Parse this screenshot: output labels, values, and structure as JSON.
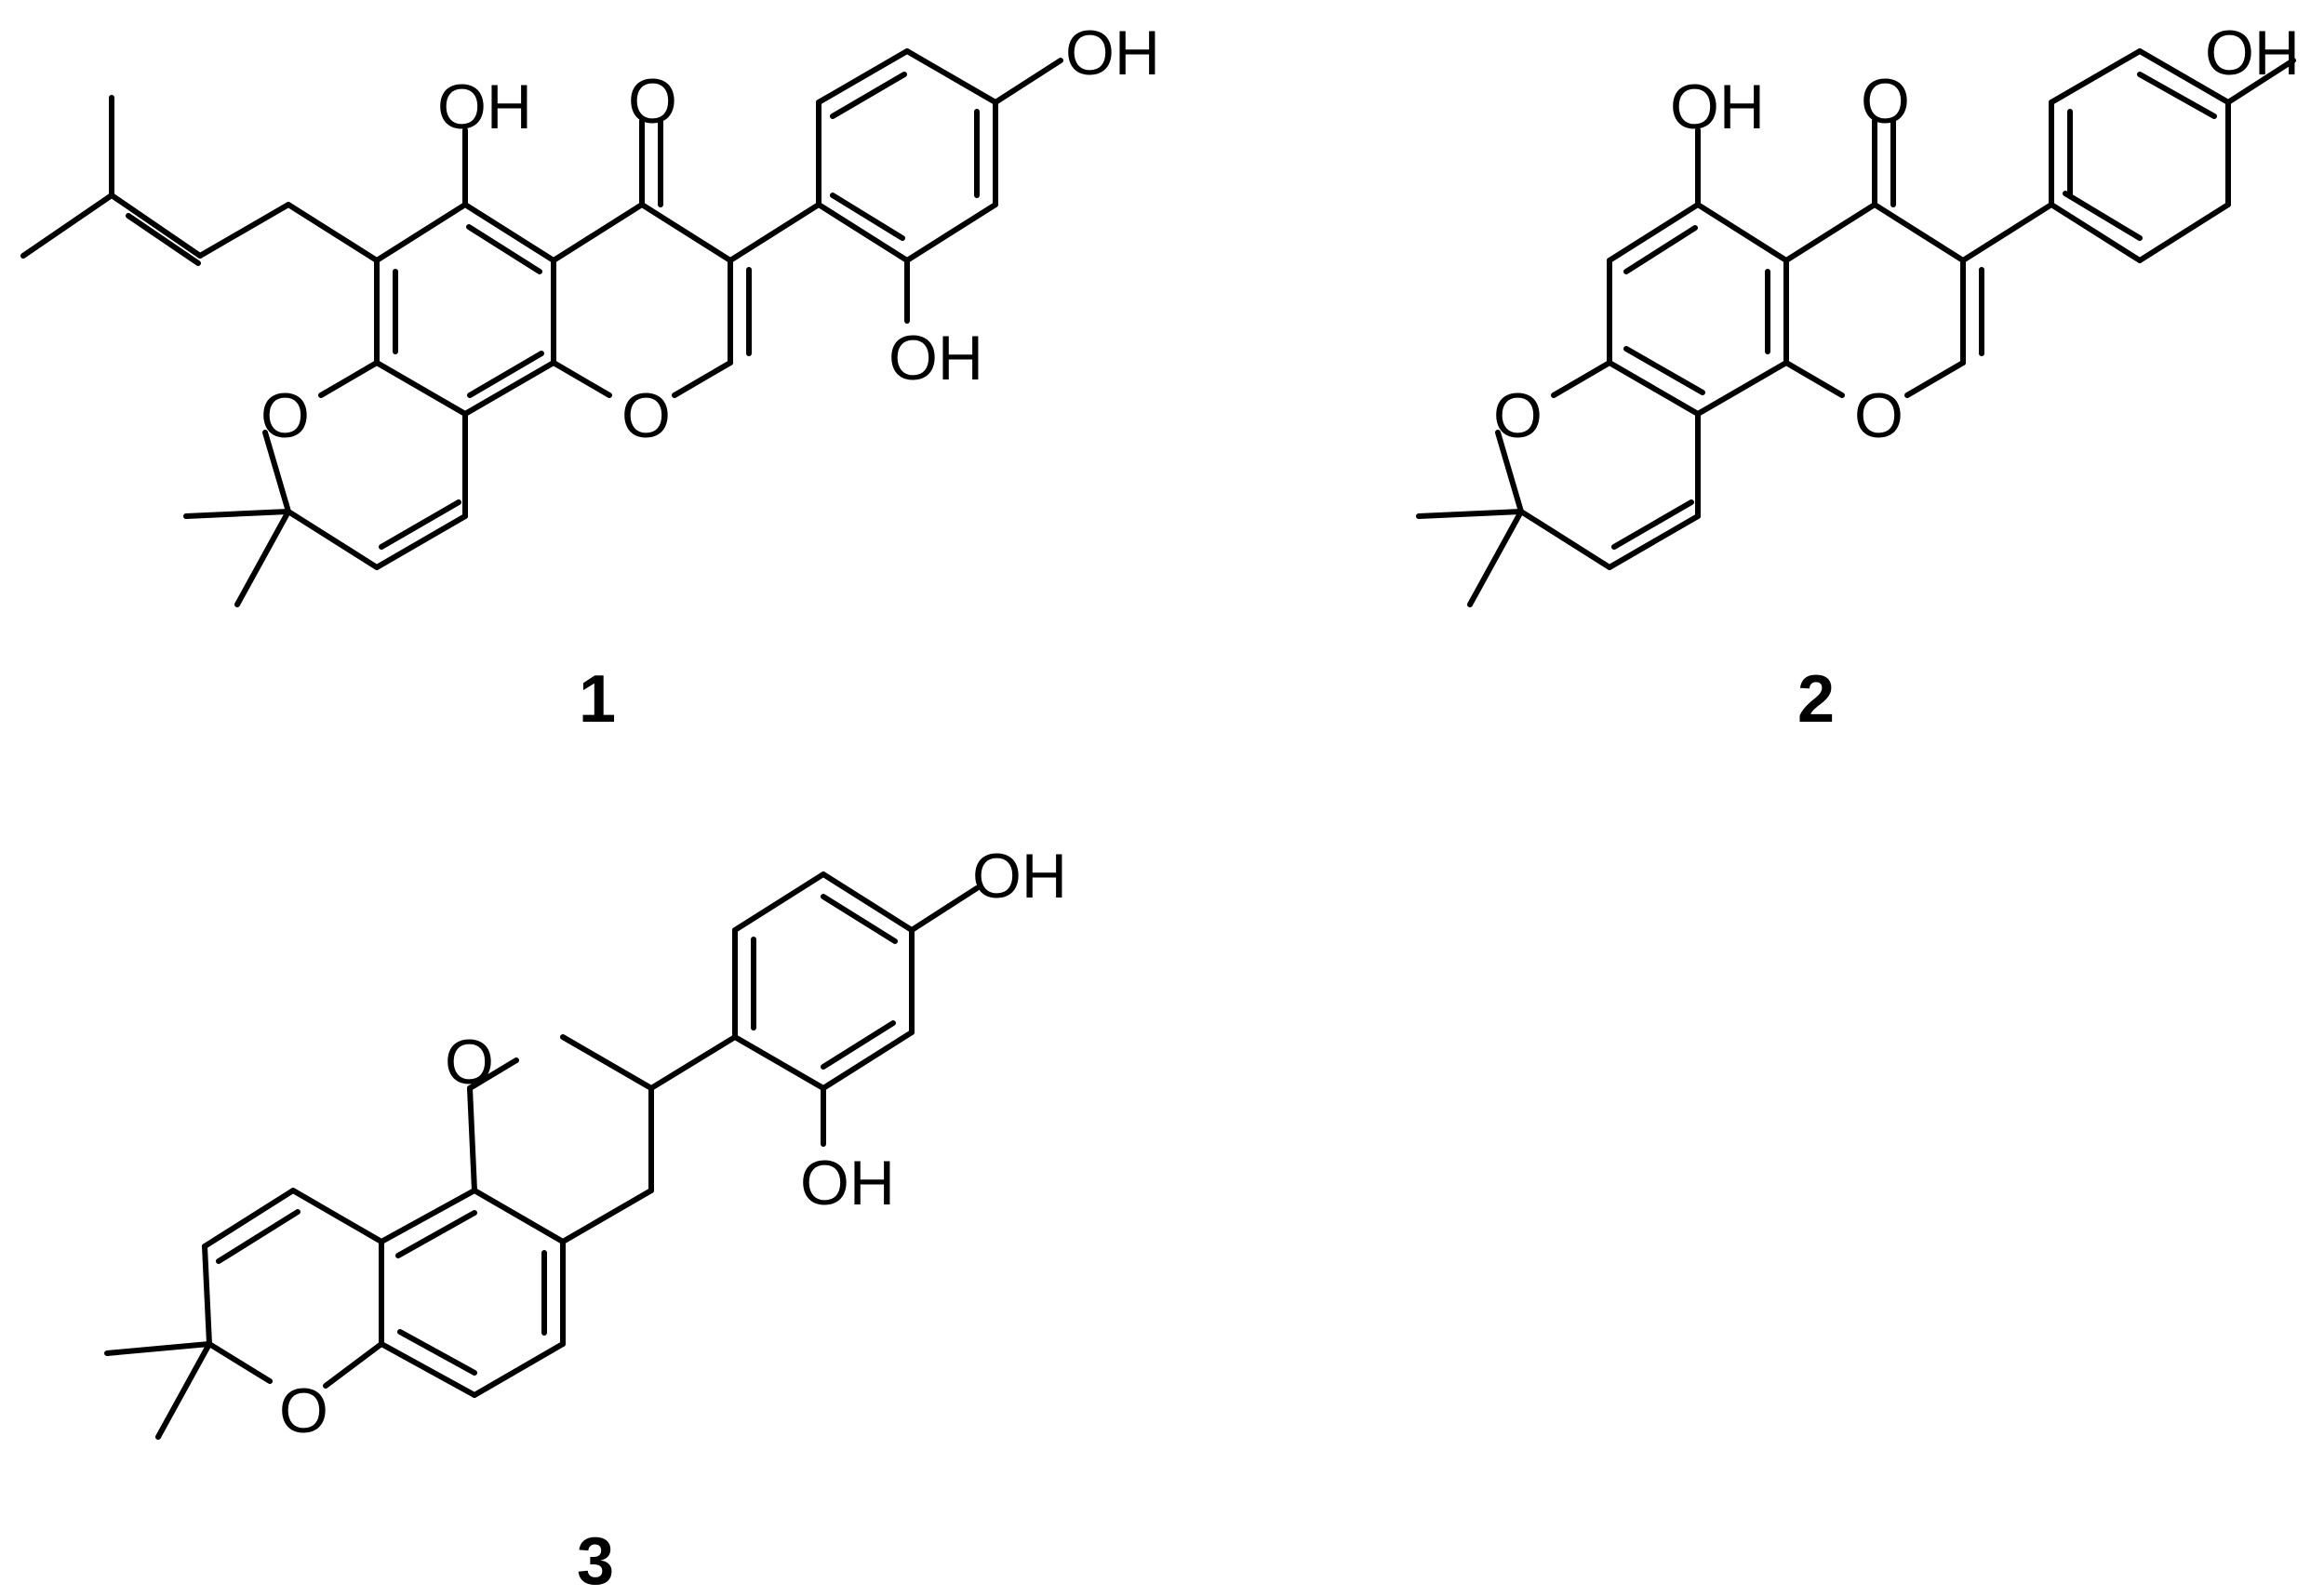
{
  "compounds": [
    {
      "number": "1",
      "atoms": {
        "oh_5": "OH",
        "carbonyl_o": "O",
        "oh_4p": "OH",
        "oh_2p": "OH",
        "o_chromene": "O",
        "o_ring": "O"
      }
    },
    {
      "number": "2",
      "atoms": {
        "oh_5": "OH",
        "carbonyl_o": "O",
        "oh_4p": "OH",
        "o_chromene": "O",
        "o_ring": "O"
      }
    },
    {
      "number": "3",
      "atoms": {
        "oh_4p": "OH",
        "o_ring": "O",
        "oh_2p": "OH",
        "o_chromene": "O"
      }
    }
  ]
}
